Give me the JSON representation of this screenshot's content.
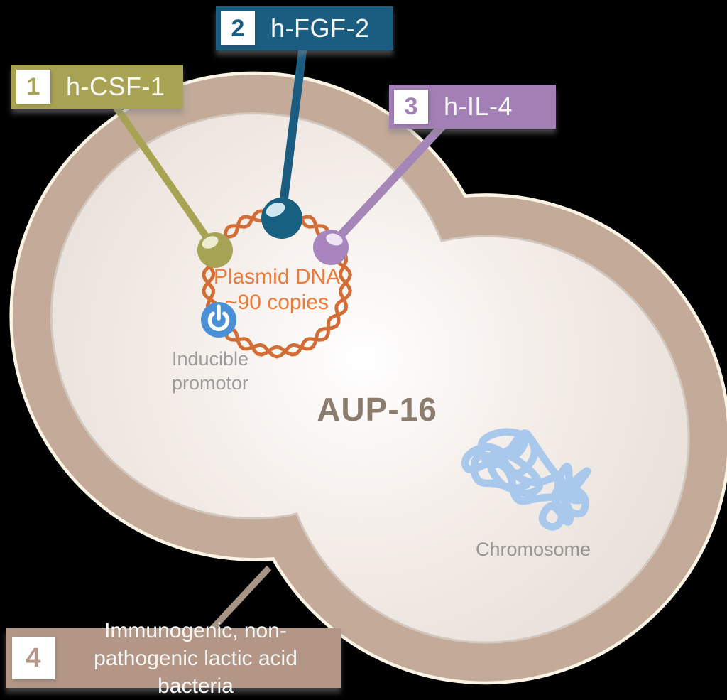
{
  "background_color": "#000000",
  "organism": {
    "name": "AUP-16"
  },
  "callouts": [
    {
      "number": "1",
      "label": "h-CSF-1",
      "color": "#a8a353"
    },
    {
      "number": "2",
      "label": "h-FGF-2",
      "color": "#1b5d80"
    },
    {
      "number": "3",
      "label": "h-IL-4",
      "color": "#a27fb4"
    },
    {
      "number": "4",
      "label": "Immunogenic, non-pathogenic lactic acid bacteria",
      "color": "#b39685"
    }
  ],
  "plasmid": {
    "line1": "Plasmid DNA",
    "line2": "~90 copies",
    "ring_color": "#d26e35",
    "text_color": "#ee7a3c"
  },
  "promoter": {
    "line1": "Inducible",
    "line2": "promotor",
    "icon": "power-icon",
    "icon_color": "#4a90d8"
  },
  "chromosome": {
    "label": "Chromosome",
    "color": "#a9c9ec"
  },
  "cell": {
    "wall_color": "#c3aa99",
    "interior_color": "#ece5df",
    "rim_color": "#fbf3e4"
  },
  "gene_markers": [
    {
      "name": "h-CSF-1",
      "color": "#a7a355"
    },
    {
      "name": "h-FGF-2",
      "color": "#17607f"
    },
    {
      "name": "h-IL-4",
      "color": "#a886bd"
    }
  ]
}
